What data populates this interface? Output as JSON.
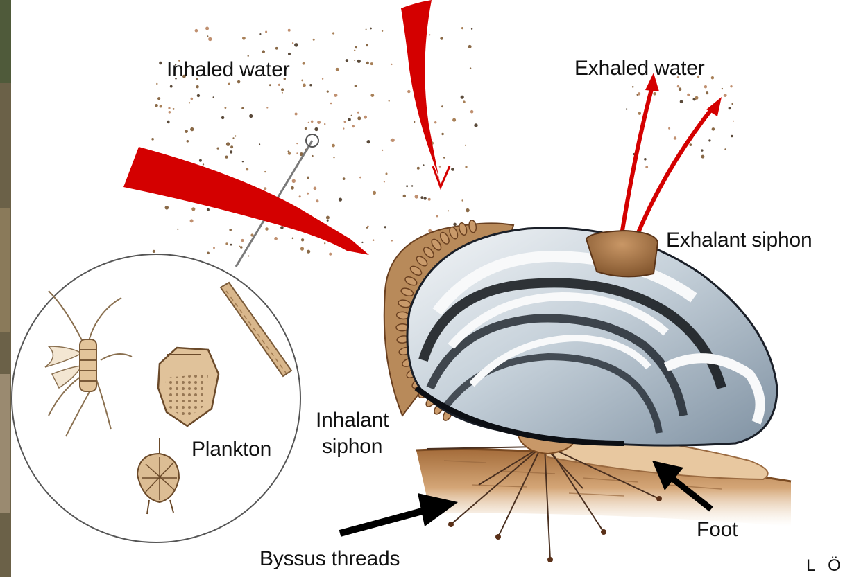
{
  "labels": {
    "inhaled_water": "Inhaled water",
    "exhaled_water": "Exhaled water",
    "exhalant_siphon": "Exhalant siphon",
    "inhalant_siphon_line1": "Inhalant",
    "inhalant_siphon_line2": "siphon",
    "plankton": "Plankton",
    "foot": "Foot",
    "byssus_threads": "Byssus threads",
    "credit": "L Ö"
  },
  "colors": {
    "flow_arrow": "#d40000",
    "shell_dark": "#151a22",
    "shell_mid": "#8ea0b0",
    "shell_light": "#eef2f5",
    "siphon_brown": "#9c6a3a",
    "sediment": "#c89a6a",
    "foot_tan": "#e6c29a",
    "plankton_tan": "#d7b088"
  }
}
